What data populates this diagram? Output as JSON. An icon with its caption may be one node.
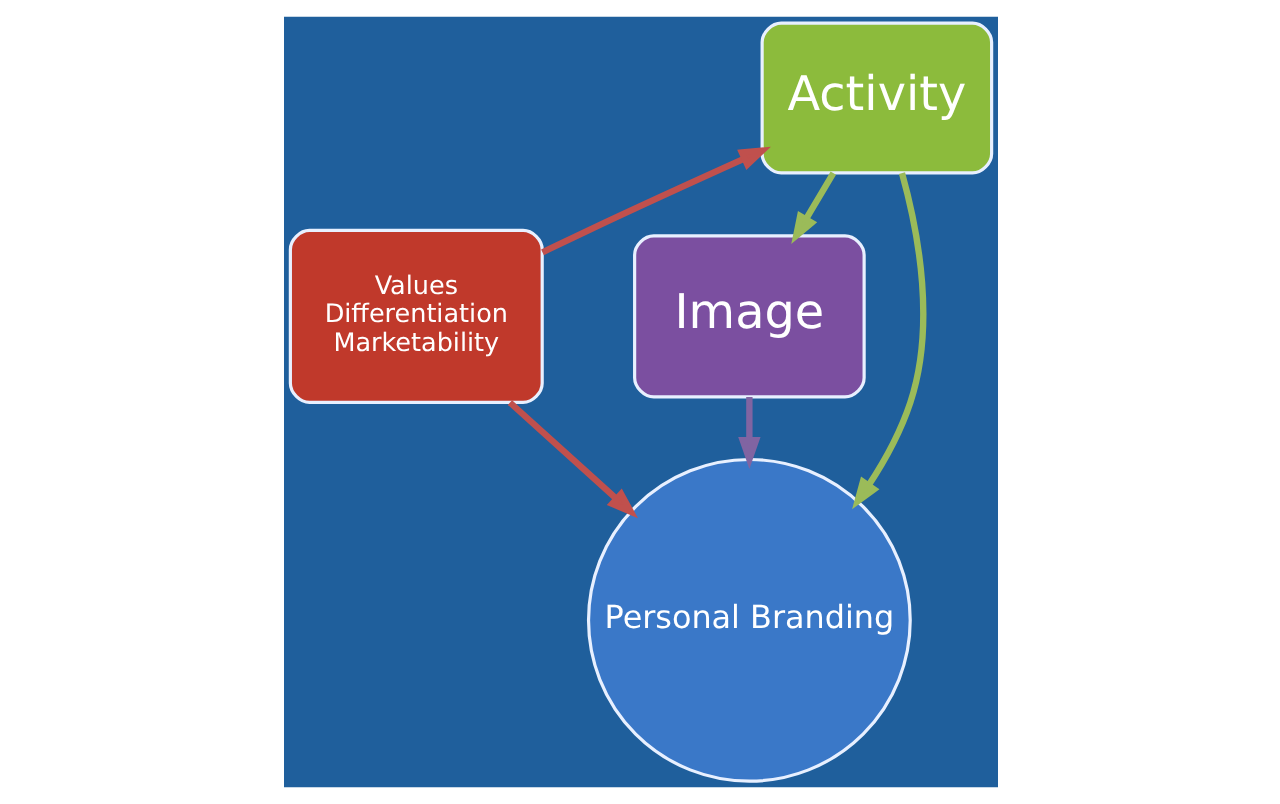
{
  "diagram": {
    "nodes": [
      {
        "text": [
          "Values",
          "Differentiation",
          "Marketability"
        ]
      },
      {
        "text": [
          "Activity"
        ]
      },
      {
        "text": [
          "Image"
        ]
      },
      {
        "text": [
          "Personal Branding"
        ]
      }
    ],
    "edges": [
      {
        "from": 0,
        "to": 1,
        "arrow": "to",
        "color": "#c0504d"
      },
      {
        "from": 1,
        "to": 2,
        "arrow": "to",
        "color": "#9bbb59"
      },
      {
        "from": 1,
        "to": 3,
        "arrow": "to",
        "color": "#9bbb59"
      },
      {
        "from": 0,
        "to": 3,
        "arrow": "to",
        "color": "#c0504d"
      },
      {
        "from": 2,
        "to": 3,
        "arrow": "to",
        "color": "#8064a2"
      }
    ]
  }
}
